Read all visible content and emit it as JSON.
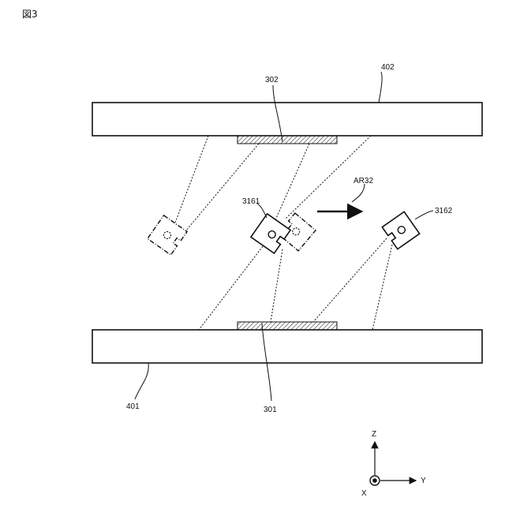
{
  "figure": {
    "title": "図3"
  },
  "labels": {
    "plate_upper": "402",
    "plate_lower": "401",
    "target_upper": "302",
    "target_lower": "301",
    "holder_center": "3161",
    "holder_right": "3162",
    "arrow": "AR32"
  },
  "axes": {
    "z": "Z",
    "y": "Y",
    "x": "X"
  }
}
